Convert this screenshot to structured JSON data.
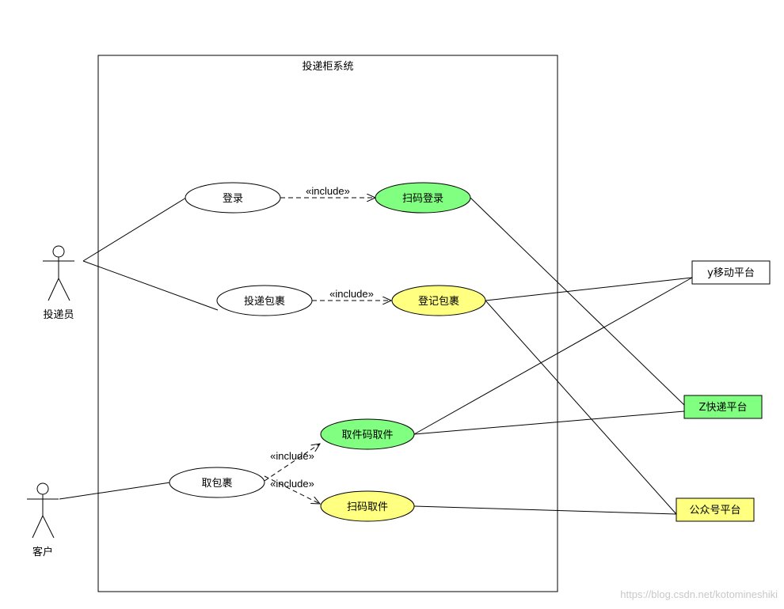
{
  "system": {
    "title": "投递柜系统"
  },
  "actors": {
    "courier": {
      "label": "投递员"
    },
    "customer": {
      "label": "客户"
    }
  },
  "use_cases": {
    "login": {
      "label": "登录",
      "fill": "#ffffff"
    },
    "scan_login": {
      "label": "扫码登录",
      "fill": "#80ff80"
    },
    "deliver": {
      "label": "投递包裹",
      "fill": "#ffffff"
    },
    "register": {
      "label": "登记包裹",
      "fill": "#ffff80"
    },
    "pickup_code": {
      "label": "取件码取件",
      "fill": "#80ff80"
    },
    "pickup": {
      "label": "取包裹",
      "fill": "#ffffff"
    },
    "scan_pickup": {
      "label": "扫码取件",
      "fill": "#ffff80"
    }
  },
  "platforms": {
    "y_mobile": {
      "label": "y移动平台",
      "fill": "#ffffff"
    },
    "z_express": {
      "label": "Z快递平台",
      "fill": "#80ff80"
    },
    "wechat": {
      "label": "公众号平台",
      "fill": "#ffff80"
    }
  },
  "relations": {
    "include_1": "«include»",
    "include_2": "«include»",
    "include_3": "«include»",
    "include_4": "«include»"
  },
  "watermark": "https://blog.csdn.net/kotomineshiki"
}
